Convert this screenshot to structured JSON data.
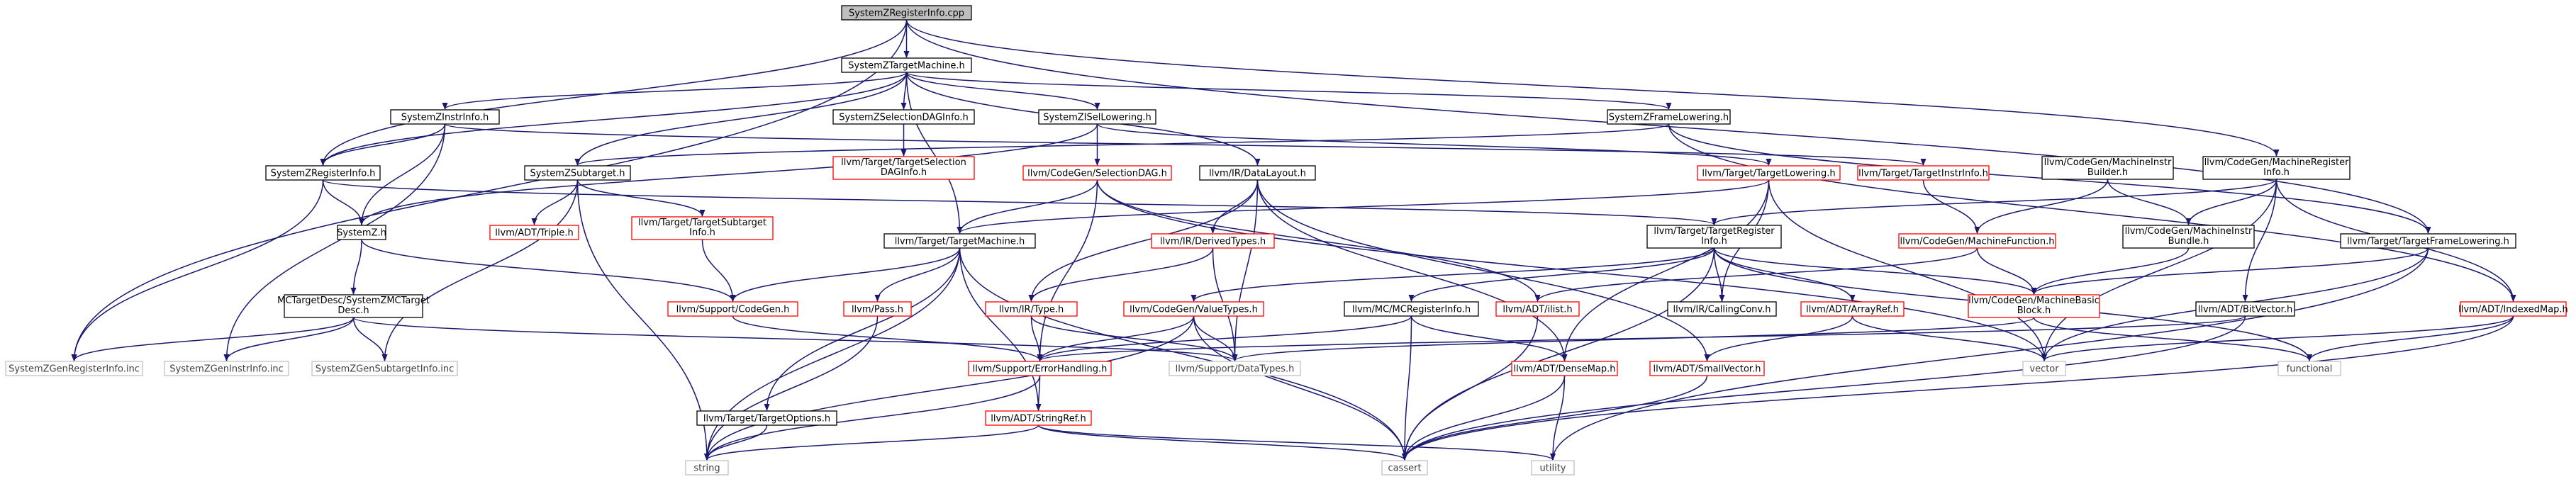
{
  "colors": {
    "edge": "#191970",
    "root_fill": "#bfbfbf",
    "normal_border": "#000000",
    "missing_border": "#ff0000",
    "system_border": "#bfbfbf"
  },
  "nodes": {
    "root": "SystemZRegisterInfo.cpp",
    "targetmachine": "SystemZTargetMachine.h",
    "instrinfo": "SystemZInstrInfo.h",
    "seldaginfo": "SystemZSelectionDAGInfo.h",
    "isellowering": "SystemZISelLowering.h",
    "framelowering": "SystemZFrameLowering.h",
    "registerinfo_h": "SystemZRegisterInfo.h",
    "subtarget": "SystemZSubtarget.h",
    "llvm_tsdi": [
      "llvm/Target/TargetSelection",
      "DAGInfo.h"
    ],
    "codegen_sdag": "llvm/CodeGen/SelectionDAG.h",
    "ir_datalayout": "llvm/IR/DataLayout.h",
    "target_lowering": "llvm/Target/TargetLowering.h",
    "target_instrinfo": "llvm/Target/TargetInstrInfo.h",
    "mi_builder": [
      "llvm/CodeGen/MachineInstr",
      "Builder.h"
    ],
    "mri": [
      "llvm/CodeGen/MachineRegister",
      "Info.h"
    ],
    "systemz_h": "SystemZ.h",
    "adt_triple": "llvm/ADT/Triple.h",
    "target_subtarget": [
      "llvm/Target/TargetSubtarget",
      "Info.h"
    ],
    "target_machine": "llvm/Target/TargetMachine.h",
    "ir_derivedtypes": "llvm/IR/DerivedTypes.h",
    "target_register": [
      "llvm/Target/TargetRegister",
      "Info.h"
    ],
    "machinefunction": "llvm/CodeGen/MachineFunction.h",
    "mi_bundle": [
      "llvm/CodeGen/MachineInstr",
      "Bundle.h"
    ],
    "target_framelowering": "llvm/Target/TargetFrameLowering.h",
    "mctarget": [
      "MCTargetDesc/SystemZMCTarget",
      "Desc.h"
    ],
    "support_codegen": "llvm/Support/CodeGen.h",
    "llvm_pass": "llvm/Pass.h",
    "ir_type": "llvm/IR/Type.h",
    "valuetypes": "llvm/CodeGen/ValueTypes.h",
    "mcreginfo": "llvm/MC/MCRegisterInfo.h",
    "ilist": "llvm/ADT/ilist.h",
    "callingconv": "llvm/IR/CallingConv.h",
    "arrayref": "llvm/ADT/ArrayRef.h",
    "mbb": [
      "llvm/CodeGen/MachineBasic",
      "Block.h"
    ],
    "bitvector": "llvm/ADT/BitVector.h",
    "indexedmap": "llvm/ADT/IndexedMap.h",
    "gen_reginfo": "SystemZGenRegisterInfo.inc",
    "gen_instrinfo": "SystemZGenInstrInfo.inc",
    "gen_subtarget": "SystemZGenSubtargetInfo.inc",
    "errorhandling": "llvm/Support/ErrorHandling.h",
    "datatypes": "llvm/Support/DataTypes.h",
    "densemap": "llvm/ADT/DenseMap.h",
    "smallvector": "llvm/ADT/SmallVector.h",
    "vector": "vector",
    "functional": "functional",
    "target_options": "llvm/Target/TargetOptions.h",
    "stringref": "llvm/ADT/StringRef.h",
    "string": "string",
    "cassert": "cassert",
    "utility": "utility"
  }
}
